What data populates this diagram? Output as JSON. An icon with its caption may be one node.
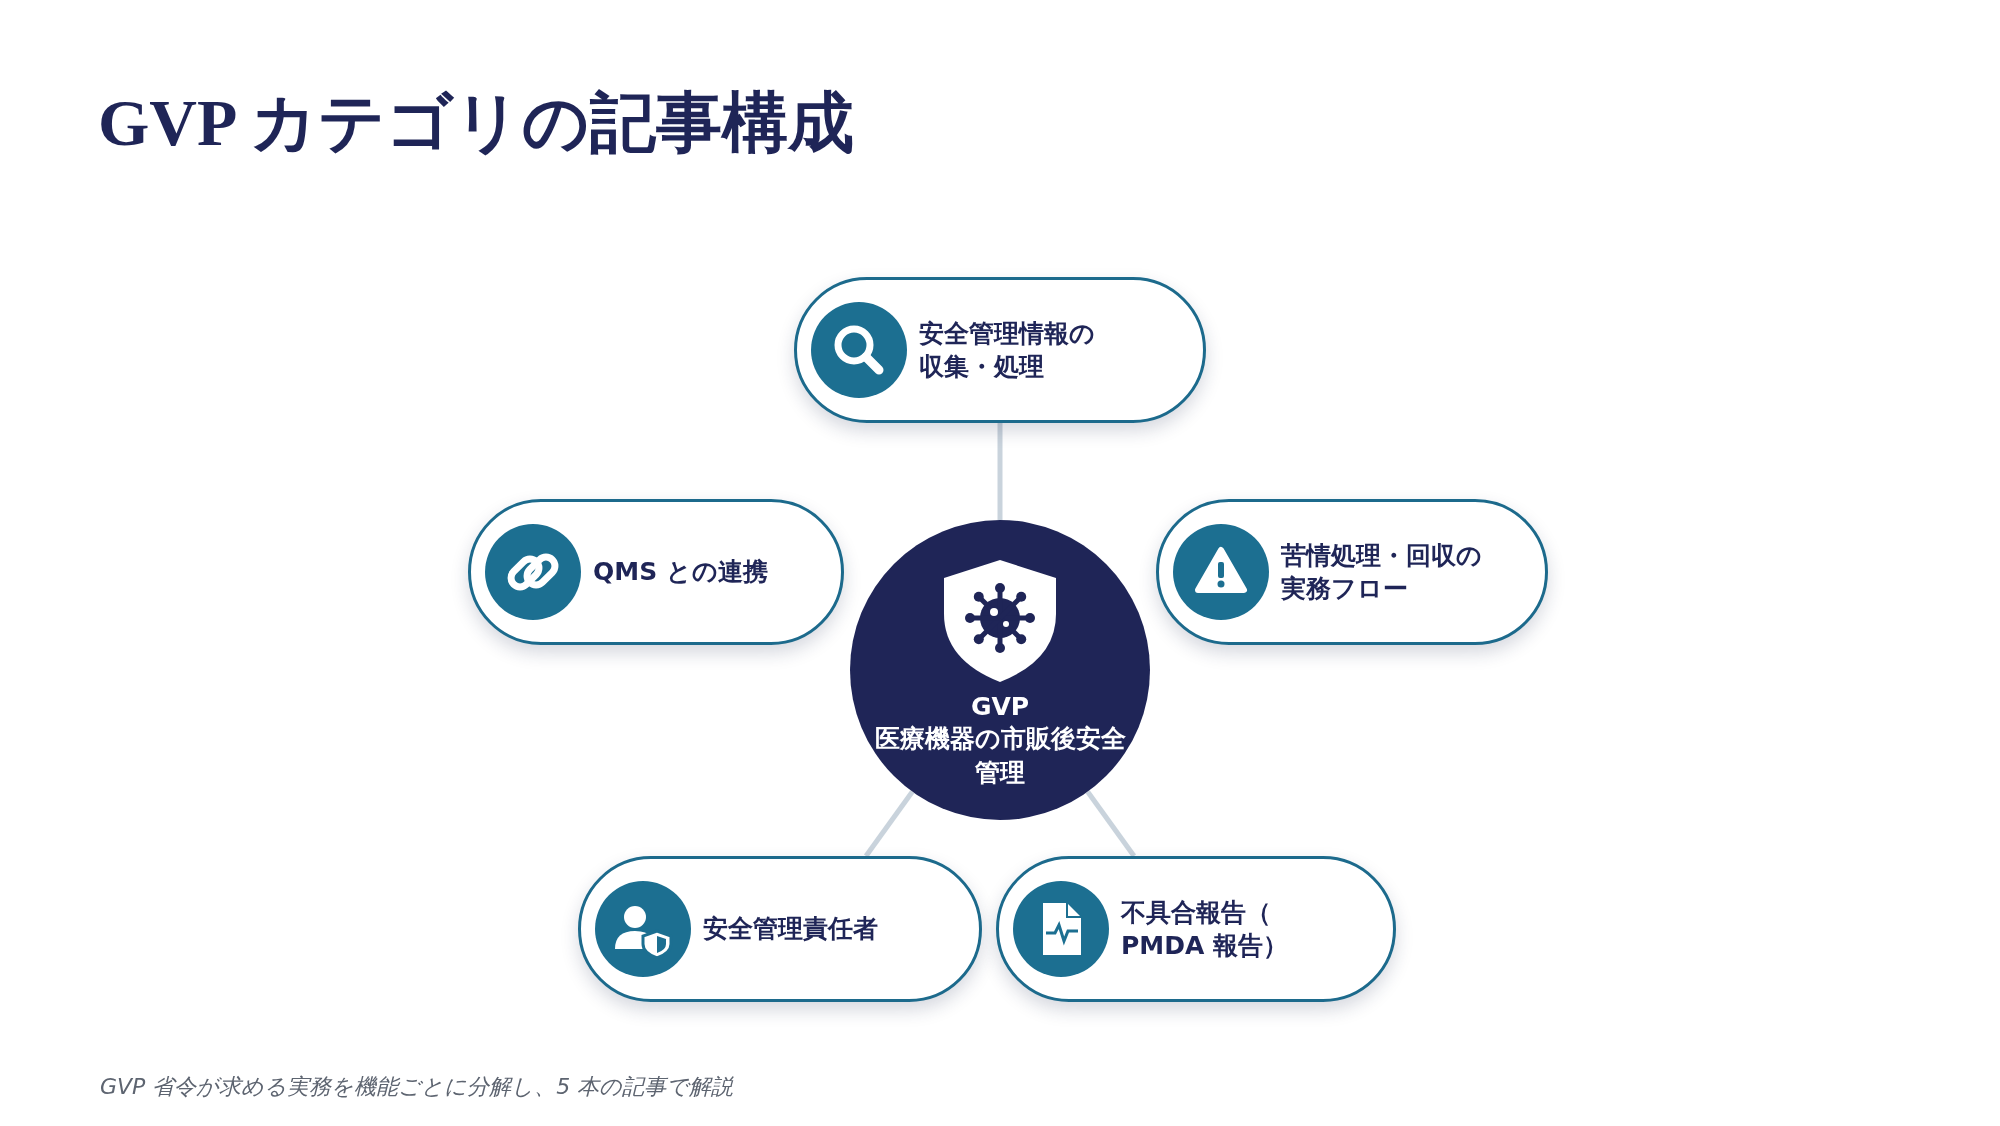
{
  "diagram": {
    "title": "GVP カテゴリの記事構成",
    "caption": "GVP 省令が求める実務を機能ごとに分解し、5 本の記事で解説",
    "nodes": [
      {
        "text": [
          "安全管理情報の収集・処理"
        ]
      },
      {
        "text": [
          "QMS との連携"
        ]
      },
      {
        "text": [
          "GVP",
          "医療機器の市販後安全管理"
        ]
      },
      {
        "text": [
          "苦情処理・回収の実務フロー"
        ]
      },
      {
        "text": [
          "安全管理責任者"
        ]
      },
      {
        "text": [
          "不具合報告（ PMDA 報告）"
        ]
      }
    ],
    "edges": [
      {
        "from": 2,
        "to": 0,
        "arrow": "none"
      },
      {
        "from": 2,
        "to": 4,
        "arrow": "none"
      },
      {
        "from": 2,
        "to": 5,
        "arrow": "none"
      }
    ]
  }
}
